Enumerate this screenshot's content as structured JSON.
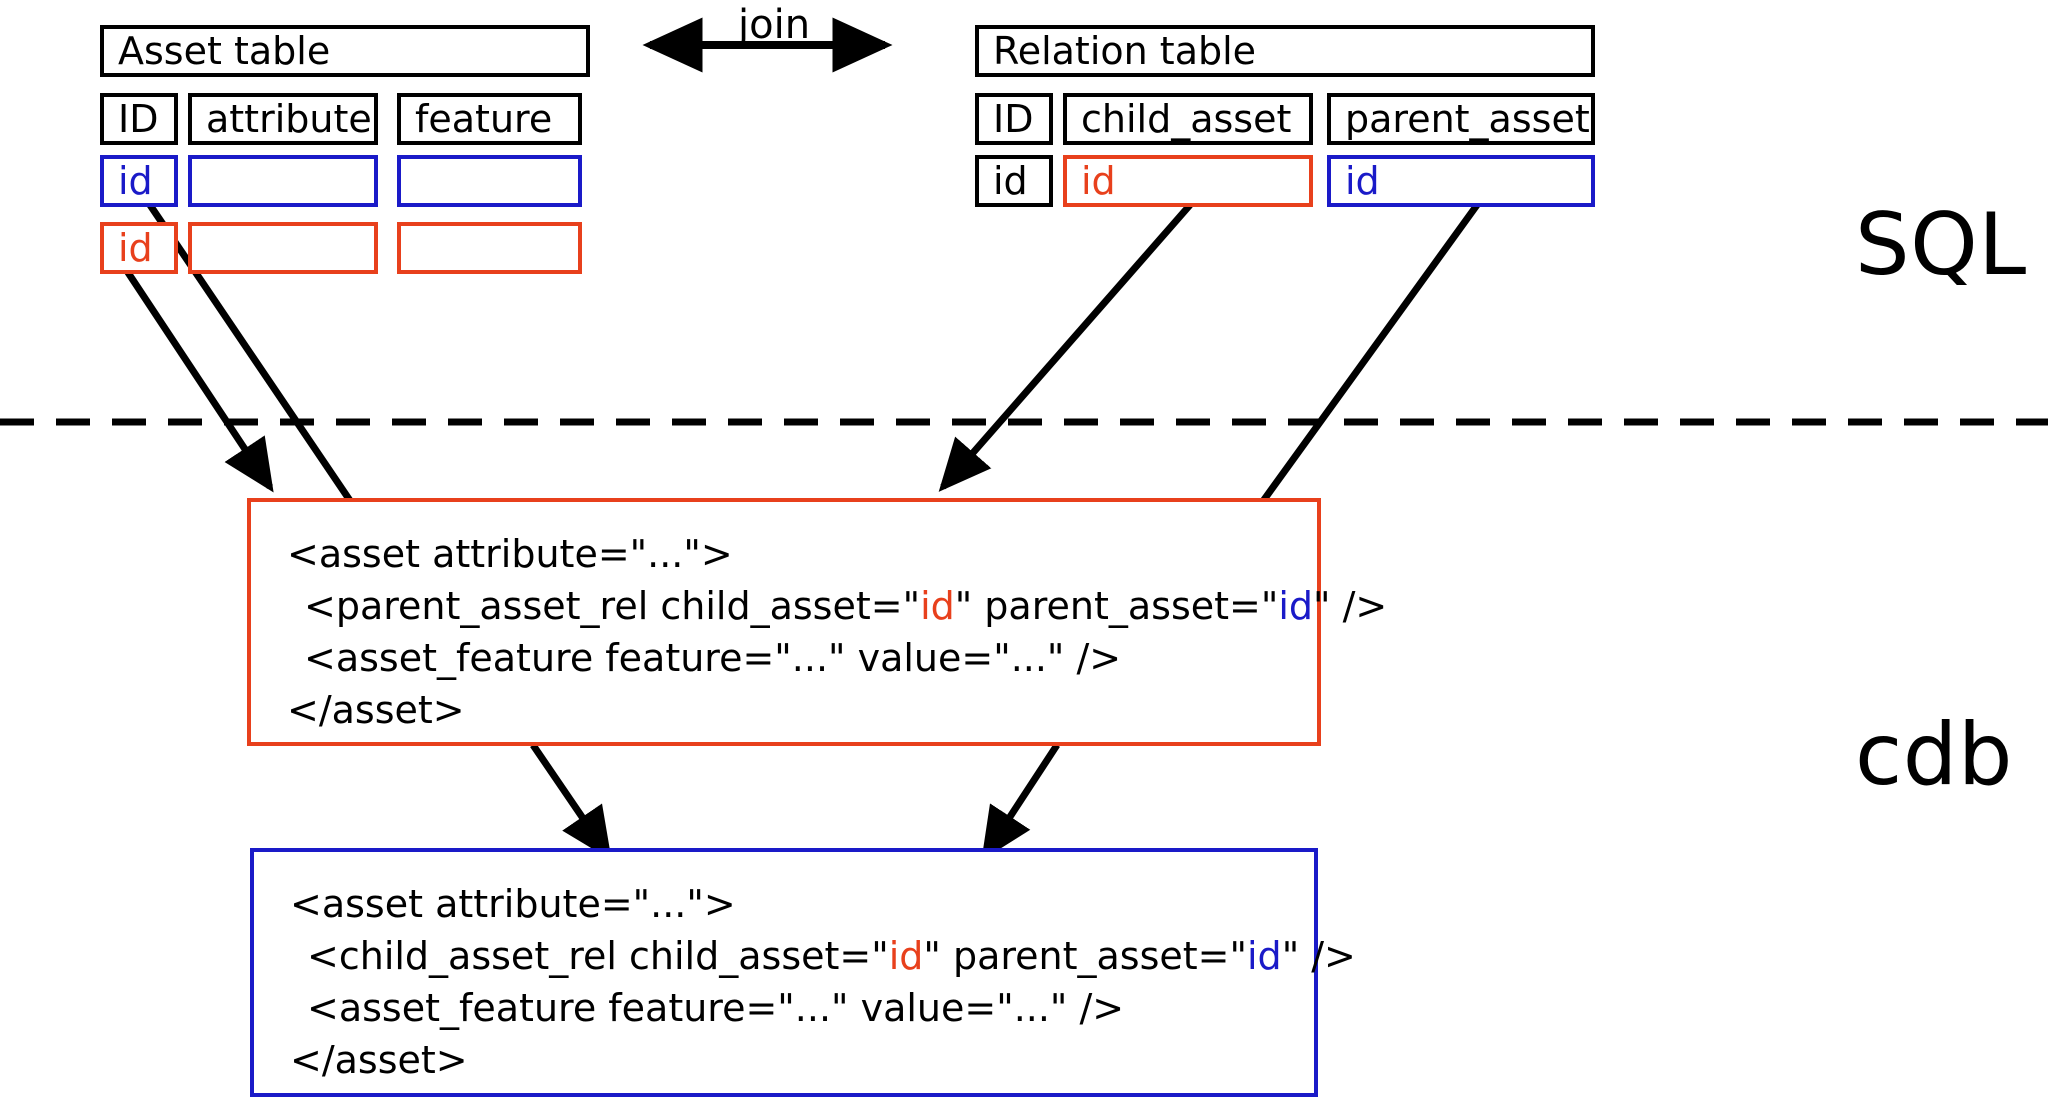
{
  "diagram": {
    "title": "SQL to cdb asset/relation mapping",
    "colors": {
      "red": "#e8401c",
      "blue": "#1a1ac8",
      "black": "#000000",
      "background": "#ffffff"
    },
    "join_label": "join",
    "side_labels": {
      "top": "SQL",
      "bottom": "cdb"
    }
  },
  "asset_table": {
    "title": "Asset table",
    "headers": [
      "ID",
      "attribute",
      "feature"
    ],
    "rows": [
      {
        "accent": "blue",
        "cells": [
          "id",
          "",
          ""
        ]
      },
      {
        "accent": "red",
        "cells": [
          "id",
          "",
          ""
        ]
      }
    ]
  },
  "relation_table": {
    "title": "Relation table",
    "headers": [
      "ID",
      "child_asset",
      "parent_asset"
    ],
    "rows": [
      {
        "cells": [
          "id",
          "id",
          "id"
        ],
        "cell_accents": [
          "black",
          "red",
          "blue"
        ]
      }
    ]
  },
  "code_blocks": [
    {
      "accent": "red",
      "lines": [
        {
          "indent": 0,
          "parts": [
            {
              "t": "<asset attribute=\"...\">",
              "c": "black"
            }
          ]
        },
        {
          "indent": 1,
          "parts": [
            {
              "t": "<parent_asset_rel child_asset=\"",
              "c": "black"
            },
            {
              "t": "id",
              "c": "red"
            },
            {
              "t": "\" parent_asset=\"",
              "c": "black"
            },
            {
              "t": "id",
              "c": "blue"
            },
            {
              "t": "\" />",
              "c": "black"
            }
          ]
        },
        {
          "indent": 1,
          "parts": [
            {
              "t": "<asset_feature feature=\"...\" value=\"...\" />",
              "c": "black"
            }
          ]
        },
        {
          "indent": 0,
          "parts": [
            {
              "t": "</asset>",
              "c": "black"
            }
          ]
        }
      ]
    },
    {
      "accent": "blue",
      "lines": [
        {
          "indent": 0,
          "parts": [
            {
              "t": "<asset attribute=\"...\">",
              "c": "black"
            }
          ]
        },
        {
          "indent": 1,
          "parts": [
            {
              "t": "<child_asset_rel child_asset=\"",
              "c": "black"
            },
            {
              "t": "id",
              "c": "red"
            },
            {
              "t": "\" parent_asset=\"",
              "c": "black"
            },
            {
              "t": "id",
              "c": "blue"
            },
            {
              "t": "\" />",
              "c": "black"
            }
          ]
        },
        {
          "indent": 1,
          "parts": [
            {
              "t": "<asset_feature feature=\"...\" value=\"...\" />",
              "c": "black"
            }
          ]
        },
        {
          "indent": 0,
          "parts": [
            {
              "t": "</asset>",
              "c": "black"
            }
          ]
        }
      ]
    }
  ]
}
